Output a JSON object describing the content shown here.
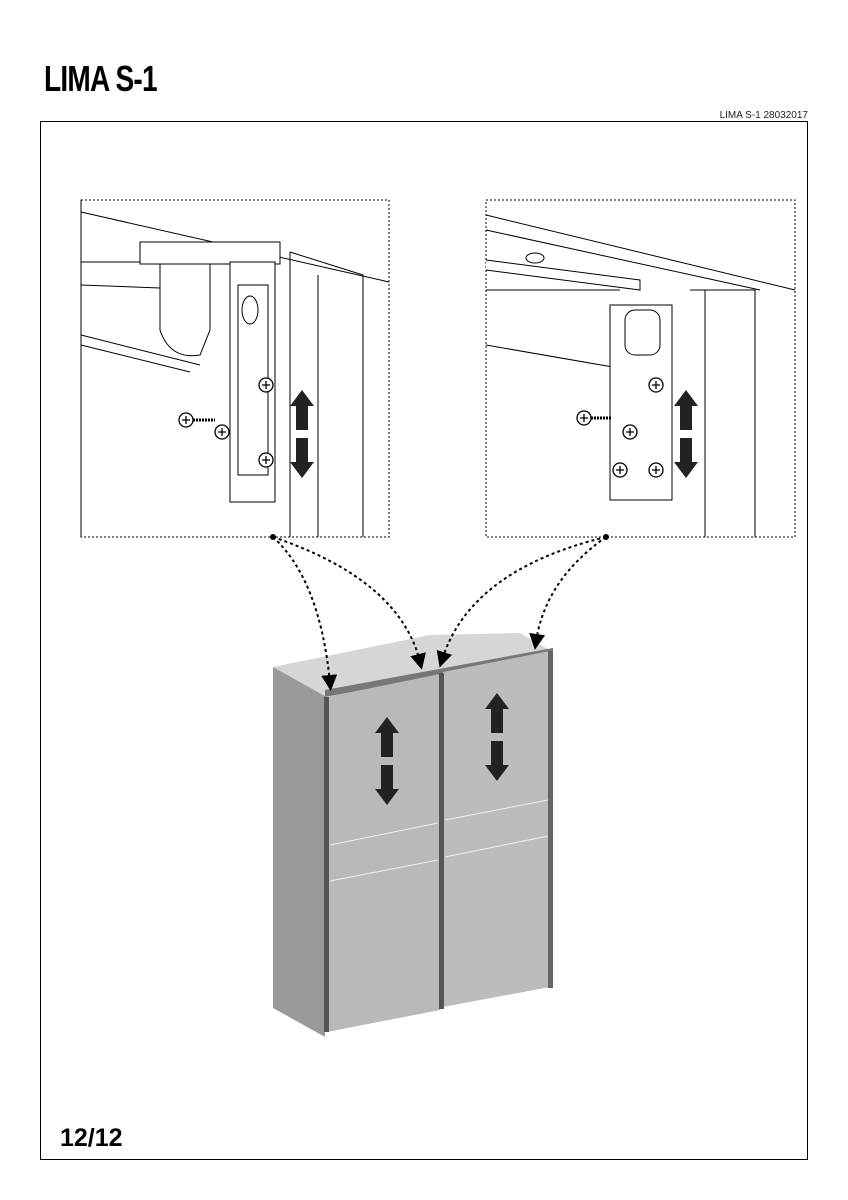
{
  "header": {
    "title": "LIMA S-1",
    "doc_code": "LIMA  S-1 28032017"
  },
  "footer": {
    "page_number": "12/12"
  },
  "illustrations": {
    "detail_left": "double-arrow-icon",
    "detail_right": "double-arrow-icon",
    "wardrobe": "double-arrow-icon",
    "colors": {
      "door": "#b9b9b9",
      "side": "#9a9a9a",
      "top": "#d6d6d6",
      "arrow": "#222222"
    }
  }
}
